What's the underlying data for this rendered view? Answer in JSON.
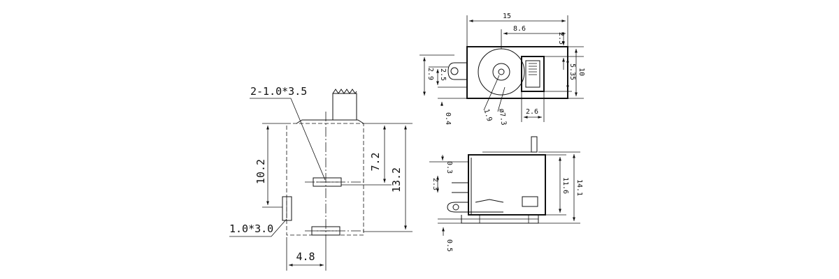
{
  "footprint": {
    "pad_slot_label": "2-1.0*3.5",
    "peg_slot_label": "1.0*3.0",
    "dim_peg_to_pad": "10.2",
    "dim_top_to_pad": "7.2",
    "dim_total_height": "13.2",
    "dim_width": "4.8"
  },
  "top_view": {
    "dim_overall_width": "15",
    "dim_knob_offset": "8.6",
    "dim_right_step": "2.5",
    "dim_overall_height": "10",
    "dim_switch_height": "5.35",
    "dim_tab_a": "2.9",
    "dim_tab_b": "2.5",
    "dim_pin_thickness": "0.4",
    "dim_hole_dia": "1.9",
    "dim_knob_dia": "ø7.3",
    "dim_switch_width": "2.6"
  },
  "side_view": {
    "dim_pin_gap": "0.3",
    "dim_pin_height": "2.3",
    "dim_body_height": "11.6",
    "dim_total_height": "14.1",
    "dim_base": "0.5"
  }
}
